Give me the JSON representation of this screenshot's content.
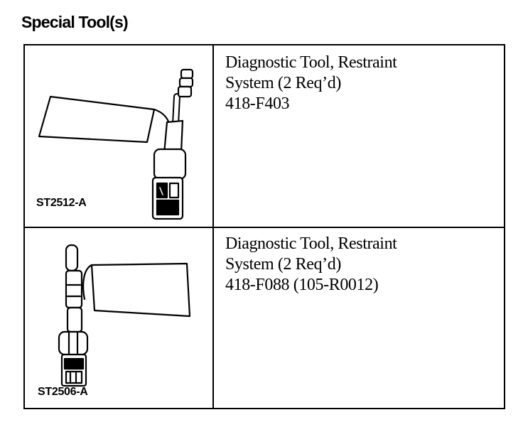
{
  "heading": "Special Tool(s)",
  "tools": [
    {
      "illustration_id": "ST2512-A",
      "description_line1": "Diagnostic Tool, Restraint",
      "description_line2": "System (2 Req’d)",
      "part_number": "418-F403"
    },
    {
      "illustration_id": "ST2506-A",
      "description_line1": "Diagnostic Tool, Restraint",
      "description_line2": "System (2 Req’d)",
      "part_number": "418-F088 (105-R0012)"
    }
  ]
}
